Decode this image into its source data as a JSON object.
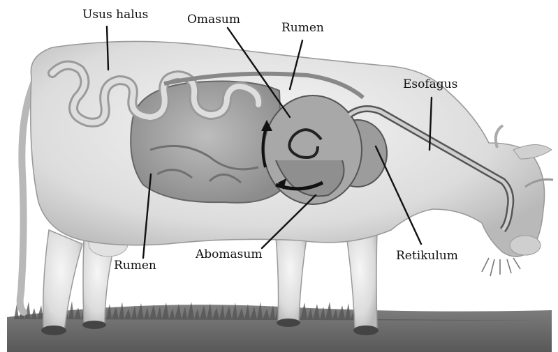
{
  "diagram": {
    "labels": {
      "usus_halus": "Usus halus",
      "omasum": "Omasum",
      "rumen_top": "Rumen",
      "esofagus": "Esofagus",
      "rumen_bottom": "Rumen",
      "abomasum": "Abomasum",
      "retikulum": "Retikulum"
    }
  }
}
